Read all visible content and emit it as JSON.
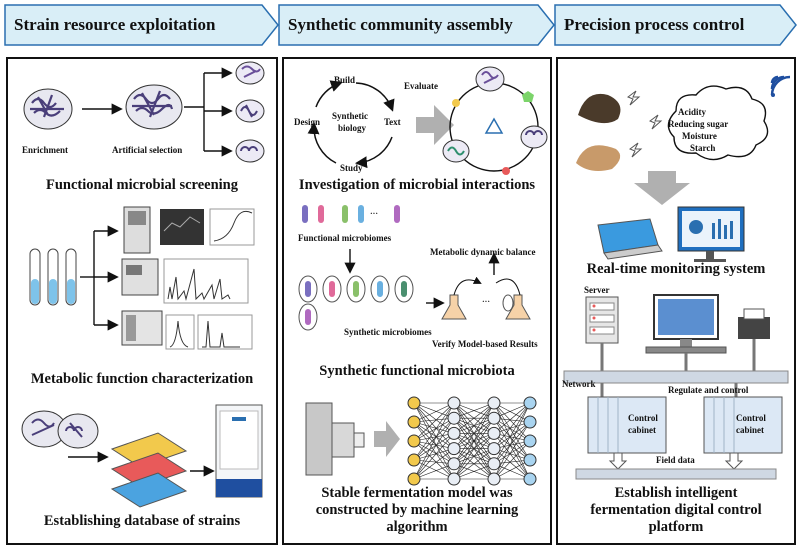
{
  "stages": [
    {
      "title": "Strain resource exploitation"
    },
    {
      "title": "Synthetic community assembly"
    },
    {
      "title": "Precision process control"
    }
  ],
  "panel1": {
    "enrichment": "Enrichment",
    "artificial_selection": "Artificial selection",
    "section1": "Functional microbial screening",
    "section2": "Metabolic function characterization",
    "section3": "Establishing database of strains"
  },
  "panel2": {
    "cycle": {
      "build": "Build",
      "evaluate": "Evaluate",
      "design": "Design",
      "text": "Text",
      "study": "Study",
      "center_line1": "Synthetic",
      "center_line2": "biology"
    },
    "section1": "Investigation of microbial interactions",
    "functional_microbiomes": "Functional microbiomes",
    "metabolic_dynamic_balance": "Metabolic dynamic balance",
    "synthetic_microbiomes": "Synthetic microbiomes",
    "verify": "Verify Model-based Results",
    "ellipsis": "···",
    "section2": "Synthetic functional microbiota",
    "section3_line1": "Stable fermentation model was",
    "section3_line2": "constructed by machine learning",
    "section3_line3": "algorithm"
  },
  "panel3": {
    "cloud": [
      "Acidity",
      "Reducing sugar",
      "Moisture",
      "Starch"
    ],
    "section1": "Real-time monitoring system",
    "server": "Server",
    "network": "Network",
    "regulate": "Regulate and control",
    "cabinet_line1": "Control",
    "cabinet_line2": "cabinet",
    "field_data": "Field data",
    "section2_line1": "Establish intelligent",
    "section2_line2": "fermentation digital control",
    "section2_line3": "platform"
  },
  "colors": {
    "chevron_fill": "#d9eef7",
    "chevron_stroke": "#2a6fb0",
    "arrow_gray": "#b0b0b0",
    "cabinet_fill": "#dce8f5"
  }
}
